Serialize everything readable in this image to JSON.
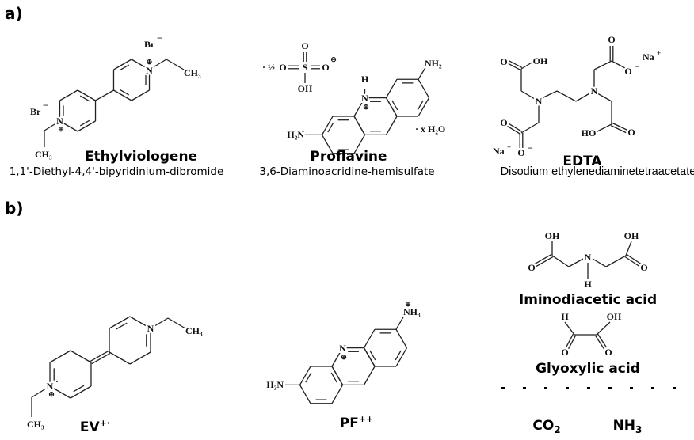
{
  "panels": {
    "a": "a)",
    "b": "b)"
  },
  "part_a": {
    "ethylviologen": {
      "name": "Ethylviologene",
      "subtitle": "1,1'-Diethyl-4,4'-bipyridinium-dibromide",
      "atoms": {
        "br1": "Br",
        "br2": "Br",
        "minus": "−",
        "n": "N",
        "plus": "⊕",
        "ch3": "CH₃"
      }
    },
    "proflavine": {
      "name": "Proflavine",
      "subtitle": "3,6-Diaminoacridine-hemisulfate",
      "atoms": {
        "half": "· ½",
        "o": "O",
        "s": "S",
        "oh": "OH",
        "ominus": "⊖",
        "h": "H",
        "n": "N",
        "plus": "⊕",
        "h2n": "H₂N",
        "nh2": "NH₂",
        "water": "· x H₂O"
      }
    },
    "edta": {
      "name": "EDTA",
      "subtitle": "Disodium ethylenediaminetetraacetate",
      "atoms": {
        "n": "N",
        "o": "O",
        "oh": "OH",
        "ho": "HO",
        "ominus": "O",
        "minus": "−",
        "na": "Na",
        "plus": "+"
      }
    }
  },
  "part_b": {
    "ev": {
      "name": "EV",
      "charge": "+·",
      "atoms": {
        "n": "N",
        "dot": "·",
        "plus": "⊕",
        "ch3": "CH₃"
      }
    },
    "pf": {
      "name": "PF",
      "charge": "++",
      "atoms": {
        "n": "N",
        "plus": "⊕",
        "h2n": "H₂N",
        "nh3": "NH₃"
      }
    },
    "iminodiacetic": {
      "name": "Iminodiacetic acid",
      "atoms": {
        "oh": "OH",
        "o": "O",
        "n": "N",
        "h": "H"
      }
    },
    "glyoxylic": {
      "name": "Glyoxylic acid",
      "atoms": {
        "h": "H",
        "oh": "OH",
        "o": "O"
      }
    },
    "products": {
      "co2": "CO",
      "co2_sub": "2",
      "nh3": "NH",
      "nh3_sub": "3"
    }
  }
}
